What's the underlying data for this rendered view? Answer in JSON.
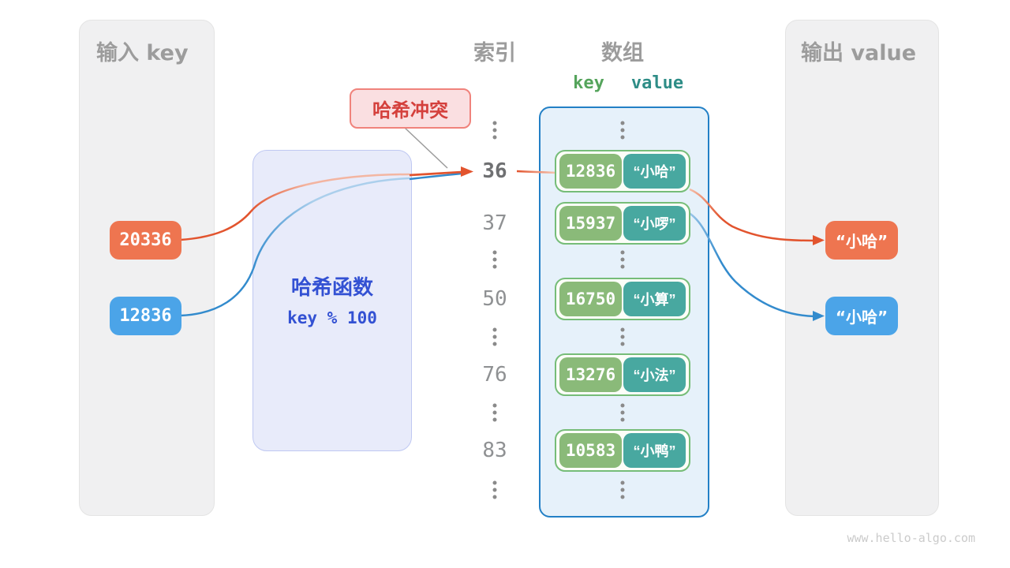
{
  "page": {
    "watermark": "www.hello-algo.com"
  },
  "panels": {
    "input": {
      "title": "输入 key"
    },
    "output": {
      "title": "输出 value"
    }
  },
  "inputs": [
    {
      "label": "20336",
      "color": "#ee7550"
    },
    {
      "label": "12836",
      "color": "#4ba4e8"
    }
  ],
  "outputs": [
    {
      "label": "“小哈”",
      "color": "#ee7550"
    },
    {
      "label": "“小哈”",
      "color": "#4ba4e8"
    }
  ],
  "hash_function": {
    "title": "哈希函数",
    "formula": "key % 100"
  },
  "collision_label": {
    "text": "哈希冲突"
  },
  "columns": {
    "index_header": "索引",
    "array_header": "数组",
    "key_header": "key",
    "value_header": "value",
    "key_header_color": "#55a45c",
    "value_header_color": "#2e8d87"
  },
  "rows": [
    {
      "kind": "ellipsis"
    },
    {
      "kind": "entry",
      "index": "36",
      "emphasis": true,
      "key": "12836",
      "value": "“小哈”"
    },
    {
      "kind": "entry",
      "index": "37",
      "emphasis": false,
      "key": "15937",
      "value": "“小啰”"
    },
    {
      "kind": "ellipsis"
    },
    {
      "kind": "entry",
      "index": "50",
      "emphasis": false,
      "key": "16750",
      "value": "“小算”"
    },
    {
      "kind": "ellipsis"
    },
    {
      "kind": "entry",
      "index": "76",
      "emphasis": false,
      "key": "13276",
      "value": "“小法”"
    },
    {
      "kind": "ellipsis"
    },
    {
      "kind": "entry",
      "index": "83",
      "emphasis": false,
      "key": "10583",
      "value": "“小鸭”"
    },
    {
      "kind": "ellipsis"
    }
  ],
  "colors": {
    "arrow_orange": "#e2542e",
    "arrow_blue": "#338bcd",
    "array_border": "#2380c6",
    "entry_border": "#76bd78",
    "key_fill": "#8aba79",
    "value_fill": "#48a8a0",
    "hash_text": "#3351d3",
    "collision_text": "#d4403c"
  }
}
